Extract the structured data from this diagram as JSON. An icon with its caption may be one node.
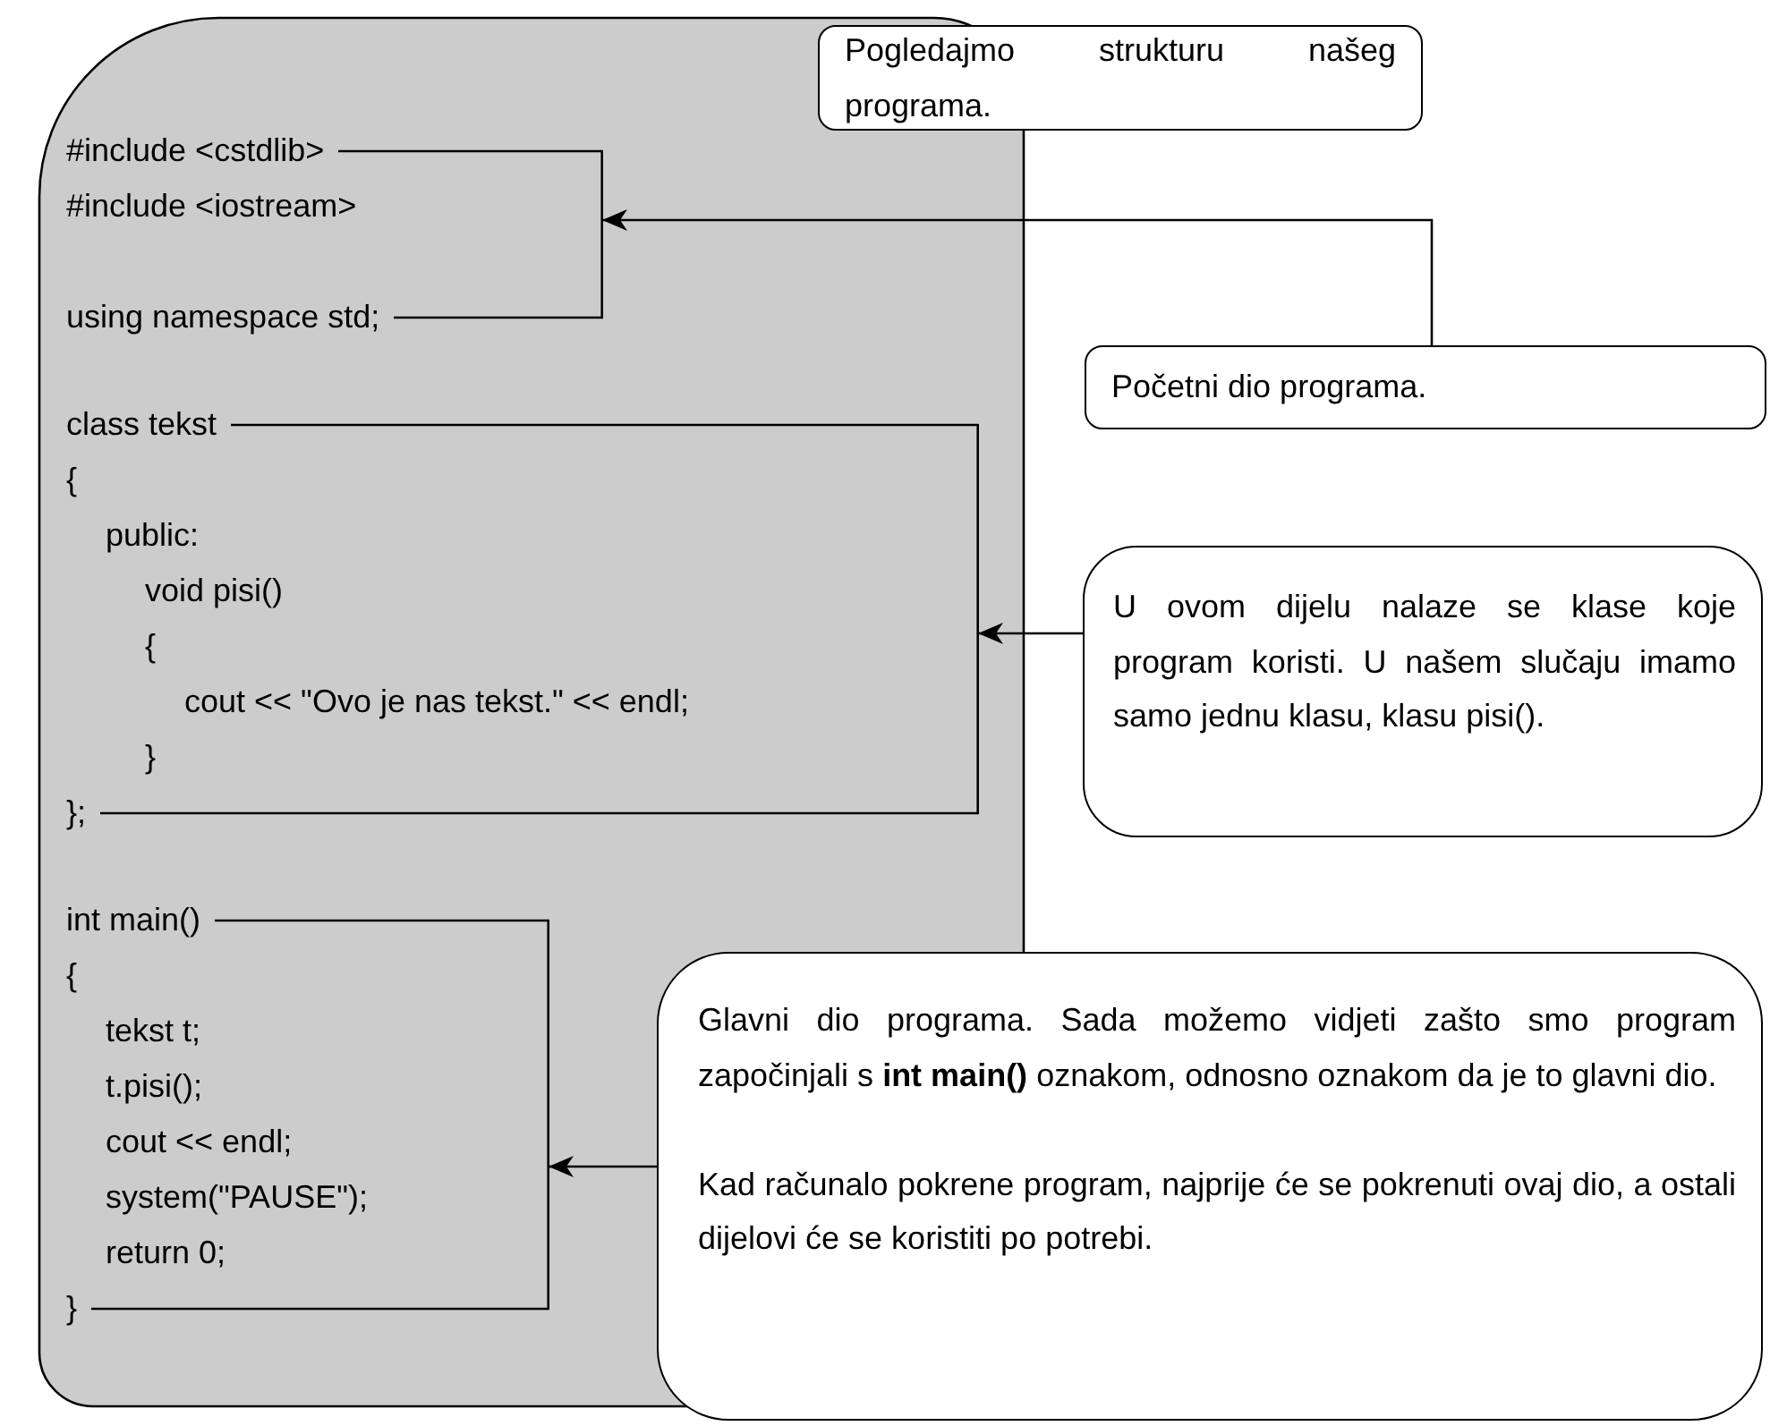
{
  "diagram": {
    "nodes": [
      {
        "text": [],
        "shape": "box"
      },
      {
        "text": [
          "#include <cstdlib>",
          "#include <iostream>",
          "using namespace std;"
        ],
        "in": 0
      },
      {
        "text": [
          "class tekst",
          "{",
          "public:",
          "void pisi()",
          "{",
          "cout << \"Ovo je nas tekst.\" << endl;",
          "}",
          "};"
        ],
        "in": 0
      },
      {
        "text": [
          "int main()",
          "{",
          "tekst t;",
          "t.pisi();",
          "cout << endl;",
          "system(\"PAUSE\");",
          "return 0;",
          "}"
        ],
        "in": 0
      },
      {
        "text": [
          "Pogledajmo strukturu našeg programa."
        ]
      },
      {
        "text": [
          "Početni dio programa."
        ]
      },
      {
        "text": [
          "U ovom dijelu nalaze se klase koje program koristi. U našem slučaju imamo samo jednu klasu, klasu pisi()."
        ]
      },
      {
        "text": [
          "Glavni dio programa. Sada možemo vidjeti zašto smo program započinjali s **int main()** oznakom, odnosno oznakom da je to glavni dio.",
          "Kad računalo pokrene program, najprije će se pokrenuti ovaj dio, a ostali dijelovi će se koristiti po potrebi."
        ]
      }
    ],
    "edges": [
      {
        "from": 5,
        "to": 1,
        "arrow": "to"
      },
      {
        "from": 6,
        "to": 2,
        "arrow": "to"
      },
      {
        "from": 7,
        "to": 3,
        "arrow": "to"
      }
    ]
  }
}
